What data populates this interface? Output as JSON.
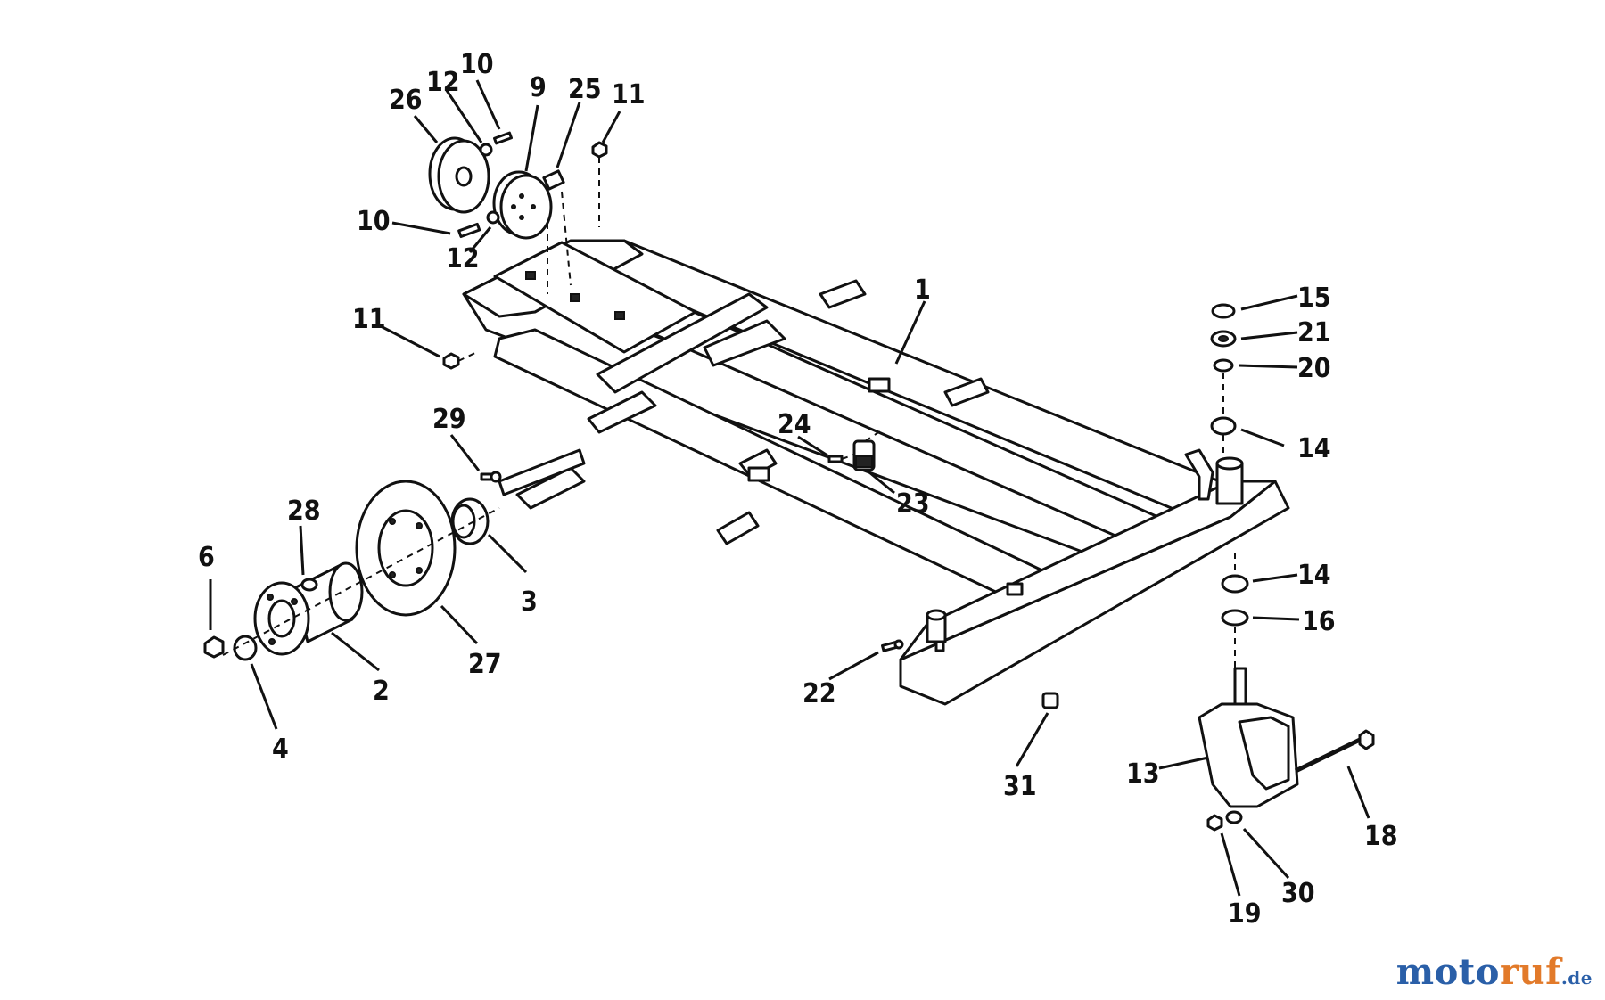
{
  "diagram": {
    "callouts": [
      {
        "id": "c1",
        "label": "1"
      },
      {
        "id": "c2",
        "label": "2"
      },
      {
        "id": "c3",
        "label": "3"
      },
      {
        "id": "c4",
        "label": "4"
      },
      {
        "id": "c6",
        "label": "6"
      },
      {
        "id": "c9",
        "label": "9"
      },
      {
        "id": "c10a",
        "label": "10"
      },
      {
        "id": "c10b",
        "label": "10"
      },
      {
        "id": "c11a",
        "label": "11"
      },
      {
        "id": "c11b",
        "label": "11"
      },
      {
        "id": "c12a",
        "label": "12"
      },
      {
        "id": "c12b",
        "label": "12"
      },
      {
        "id": "c13",
        "label": "13"
      },
      {
        "id": "c14a",
        "label": "14"
      },
      {
        "id": "c14b",
        "label": "14"
      },
      {
        "id": "c15",
        "label": "15"
      },
      {
        "id": "c16",
        "label": "16"
      },
      {
        "id": "c18",
        "label": "18"
      },
      {
        "id": "c19",
        "label": "19"
      },
      {
        "id": "c20",
        "label": "20"
      },
      {
        "id": "c21",
        "label": "21"
      },
      {
        "id": "c22",
        "label": "22"
      },
      {
        "id": "c23",
        "label": "23"
      },
      {
        "id": "c24",
        "label": "24"
      },
      {
        "id": "c25",
        "label": "25"
      },
      {
        "id": "c26",
        "label": "26"
      },
      {
        "id": "c27",
        "label": "27"
      },
      {
        "id": "c28",
        "label": "28"
      },
      {
        "id": "c29",
        "label": "29"
      },
      {
        "id": "c30",
        "label": "30"
      },
      {
        "id": "c31",
        "label": "31"
      }
    ]
  },
  "watermark": {
    "part1": "moto",
    "part2": "ruf",
    "part3": ".de"
  },
  "colors": {
    "ink": "#111111",
    "watermark_blue": "#2a5fa8",
    "watermark_orange": "#e27a2a"
  }
}
